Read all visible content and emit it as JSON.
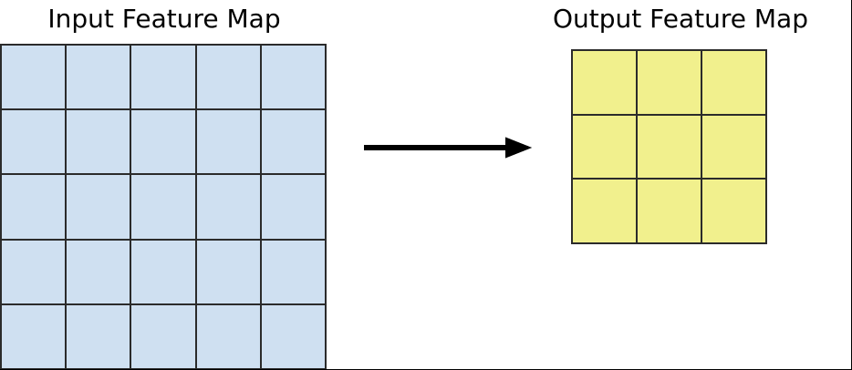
{
  "diagram": {
    "title_input": "Input Feature Map",
    "title_output": "Output Feature Map",
    "arrow_icon": "right-arrow-icon",
    "colors": {
      "input_cell_fill": "#cfe0f1",
      "output_cell_fill": "#f1f08d",
      "grid_line": "#2b2b2b",
      "arrow": "#000000",
      "background": "#ffffff",
      "text": "#000000"
    }
  },
  "chart_data": {
    "type": "diagram",
    "title": "",
    "panels": [
      {
        "name": "input-feature-map",
        "label": "Input Feature Map",
        "rows": 5,
        "cols": 5,
        "cell_count": 25,
        "fill": "#cfe0f1"
      },
      {
        "name": "output-feature-map",
        "label": "Output Feature Map",
        "rows": 3,
        "cols": 3,
        "cell_count": 9,
        "fill": "#f1f08d"
      }
    ],
    "connector": {
      "type": "arrow",
      "direction": "left-to-right",
      "from": "input-feature-map",
      "to": "output-feature-map",
      "label": ""
    }
  },
  "input_grid": {
    "rows": [
      [
        "",
        "",
        "",
        "",
        ""
      ],
      [
        "",
        "",
        "",
        "",
        ""
      ],
      [
        "",
        "",
        "",
        "",
        ""
      ],
      [
        "",
        "",
        "",
        "",
        ""
      ],
      [
        "",
        "",
        "",
        "",
        ""
      ]
    ]
  },
  "output_grid": {
    "rows": [
      [
        "",
        "",
        ""
      ],
      [
        "",
        "",
        ""
      ],
      [
        "",
        "",
        ""
      ]
    ]
  }
}
